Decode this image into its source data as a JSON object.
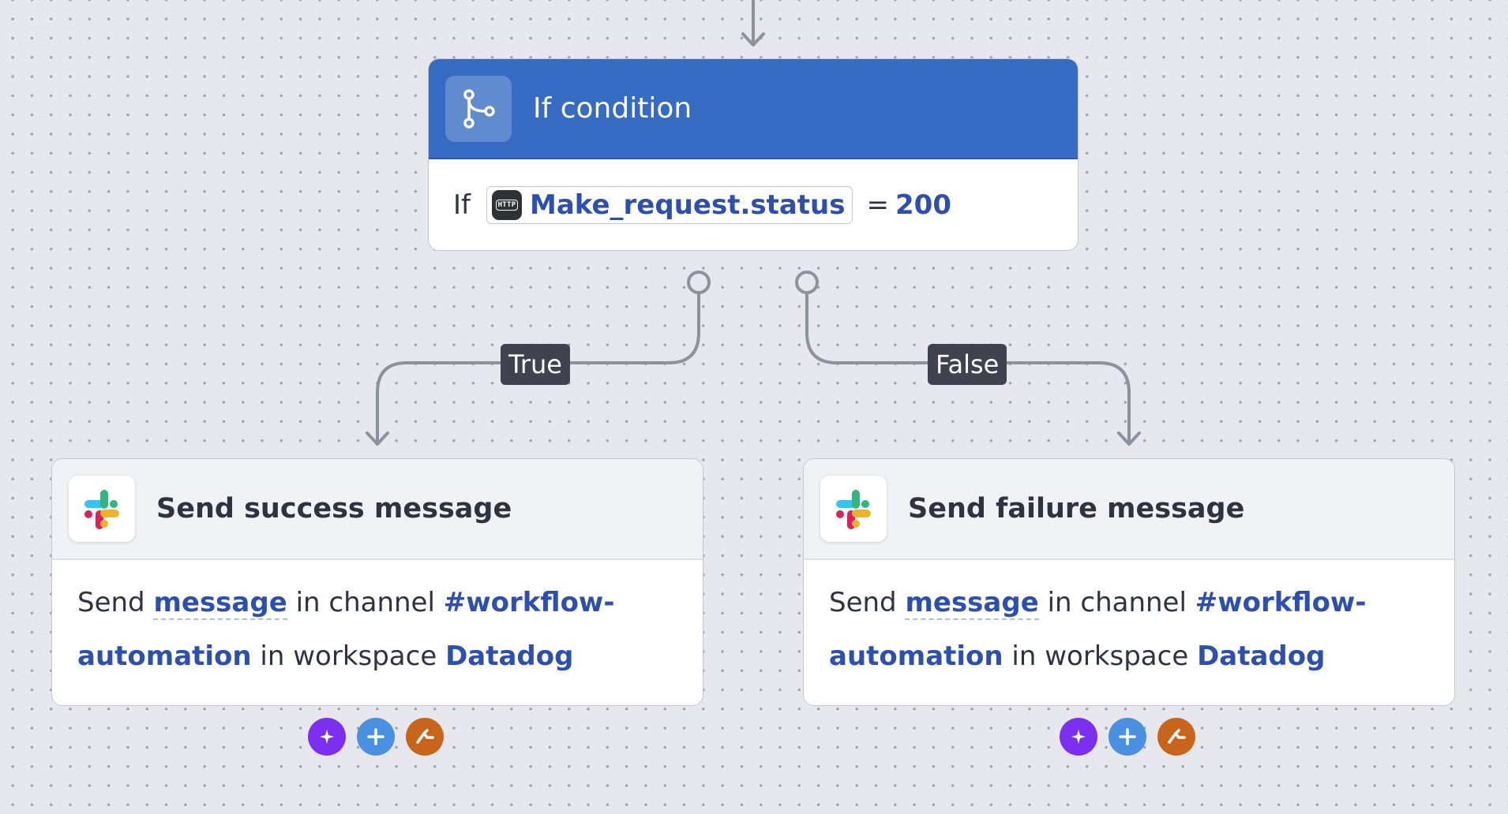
{
  "if_node": {
    "title": "If condition",
    "icon": "branch-icon",
    "keyword": "If",
    "variable_icon": "http-icon",
    "variable_icon_text": "HTTP",
    "variable": "Make_request.status",
    "operator": "=",
    "value": "200",
    "header_color": "#356bc2"
  },
  "branches": {
    "true_label": "True",
    "false_label": "False"
  },
  "nodes": [
    {
      "title": "Send success message",
      "icon": "slack-icon",
      "send": "Send",
      "message": "message",
      "in_channel": "in channel",
      "channel_line1": "#workflow-",
      "channel_line2": "automation",
      "in_workspace": "in workspace",
      "workspace": "Datadog"
    },
    {
      "title": "Send failure message",
      "icon": "slack-icon",
      "send": "Send",
      "message": "message",
      "in_channel": "in channel",
      "channel_line1": "#workflow-",
      "channel_line2": "automation",
      "in_workspace": "in workspace",
      "workspace": "Datadog"
    }
  ],
  "toolbar": {
    "buttons": [
      "ai-sparkle-icon",
      "add-icon",
      "connect-icon"
    ],
    "colors": {
      "ai": "#7b2ff0",
      "add": "#4a90e2",
      "connect": "#c8651b"
    }
  },
  "link_color": "#2c4fb0"
}
